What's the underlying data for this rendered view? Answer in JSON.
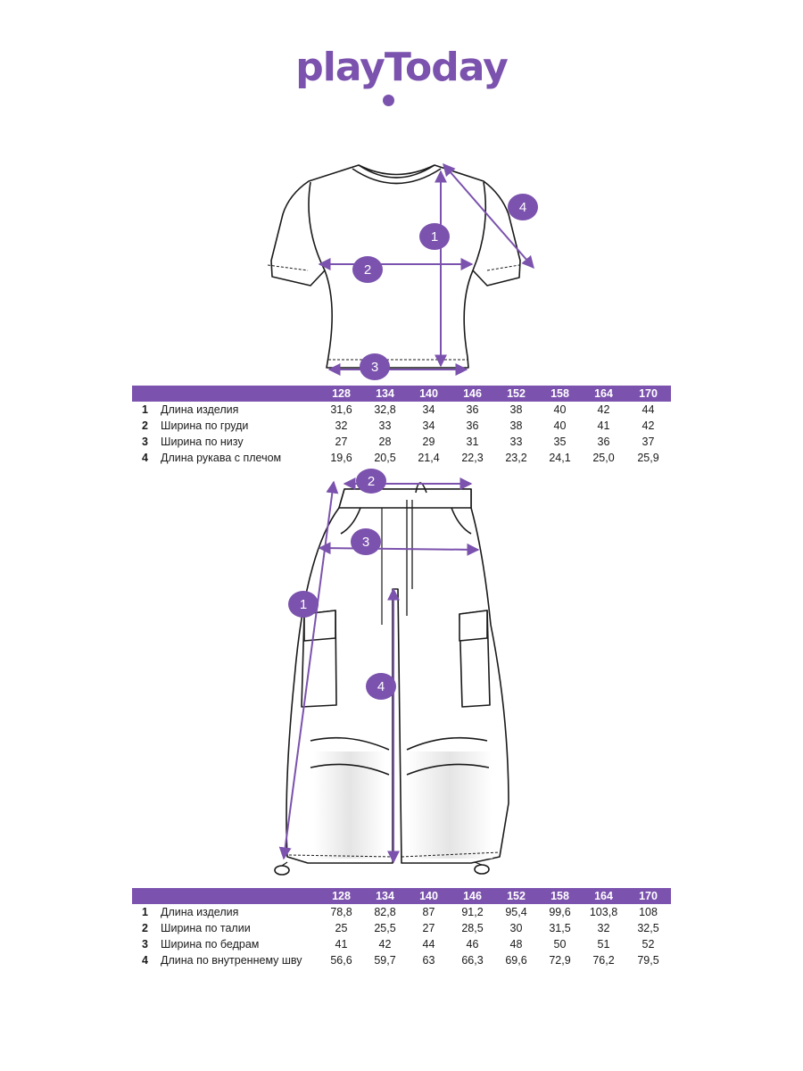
{
  "brand": {
    "logo_text": "playToday",
    "accent_color": "#7b52ad"
  },
  "sizes": [
    "128",
    "134",
    "140",
    "146",
    "152",
    "158",
    "164",
    "170"
  ],
  "tshirt": {
    "markers": [
      "1",
      "2",
      "3",
      "4"
    ],
    "rows": [
      {
        "num": "1",
        "name": "Длина изделия",
        "values": [
          "31,6",
          "32,8",
          "34",
          "36",
          "38",
          "40",
          "42",
          "44"
        ]
      },
      {
        "num": "2",
        "name": "Ширина по груди",
        "values": [
          "32",
          "33",
          "34",
          "36",
          "38",
          "40",
          "41",
          "42"
        ]
      },
      {
        "num": "3",
        "name": "Ширина по низу",
        "values": [
          "27",
          "28",
          "29",
          "31",
          "33",
          "35",
          "36",
          "37"
        ]
      },
      {
        "num": "4",
        "name": "Длина рукава с плечом",
        "values": [
          "19,6",
          "20,5",
          "21,4",
          "22,3",
          "23,2",
          "24,1",
          "25,0",
          "25,9"
        ]
      }
    ]
  },
  "pants": {
    "markers": [
      "1",
      "2",
      "3",
      "4"
    ],
    "rows": [
      {
        "num": "1",
        "name": "Длина изделия",
        "values": [
          "78,8",
          "82,8",
          "87",
          "91,2",
          "95,4",
          "99,6",
          "103,8",
          "108"
        ]
      },
      {
        "num": "2",
        "name": "Ширина по талии",
        "values": [
          "25",
          "25,5",
          "27",
          "28,5",
          "30",
          "31,5",
          "32",
          "32,5"
        ]
      },
      {
        "num": "3",
        "name": "Ширина по бедрам",
        "values": [
          "41",
          "42",
          "44",
          "46",
          "48",
          "50",
          "51",
          "52"
        ]
      },
      {
        "num": "4",
        "name": "Длина по внутреннему шву",
        "values": [
          "56,6",
          "59,7",
          "63",
          "66,3",
          "69,6",
          "72,9",
          "76,2",
          "79,5"
        ]
      }
    ]
  }
}
